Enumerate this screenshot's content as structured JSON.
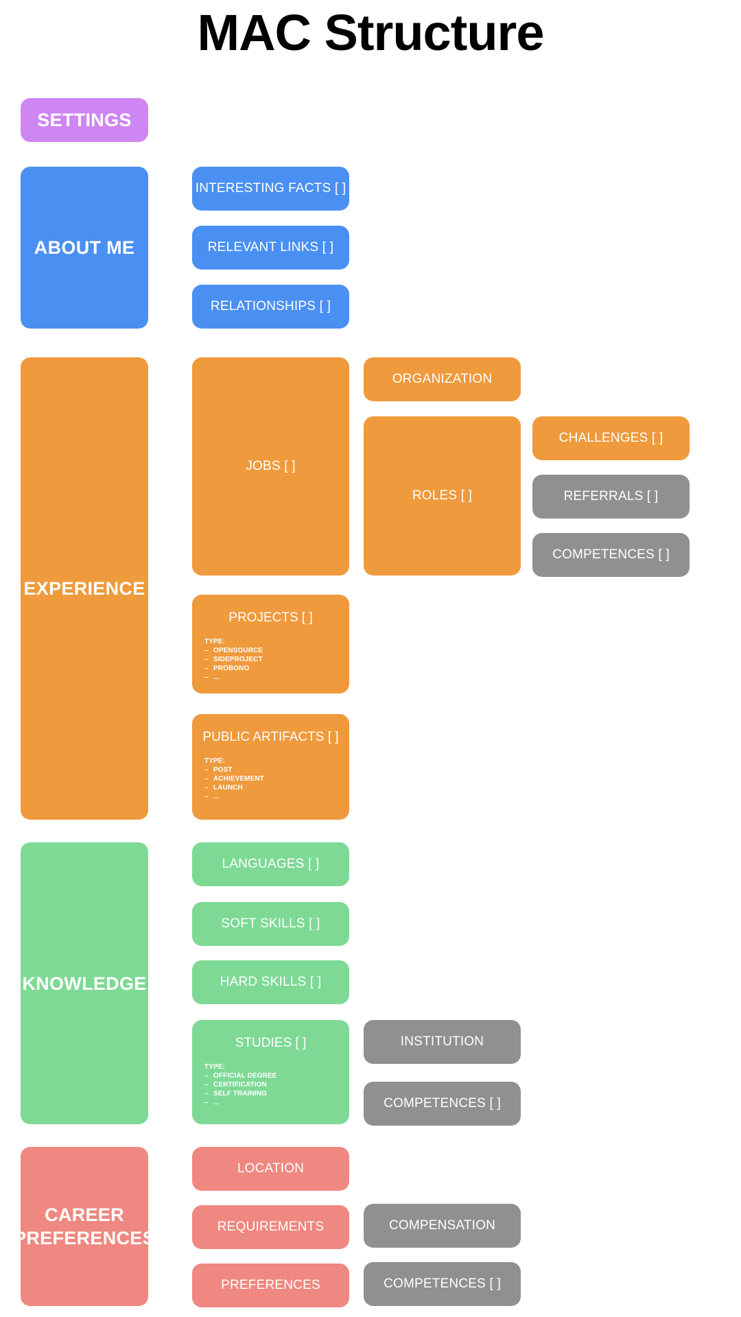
{
  "page": {
    "title": "MAC Structure",
    "background": "#ffffff"
  },
  "colors": {
    "purple": "#ce86f2",
    "blue": "#4a90f2",
    "orange": "#ef9a3c",
    "green": "#7ed995",
    "red": "#ef8880",
    "grey": "#909090",
    "text": "#ffffff",
    "title": "#000000"
  },
  "sections": {
    "settings": {
      "label": "SETTINGS"
    },
    "about_me": {
      "label": "ABOUT ME",
      "children": [
        {
          "label": "INTERESTING FACTS [ ]"
        },
        {
          "label": "RELEVANT LINKS [ ]"
        },
        {
          "label": "RELATIONSHIPS [ ]"
        }
      ]
    },
    "experience": {
      "label": "EXPERIENCE",
      "jobs": {
        "label": "JOBS [ ]"
      },
      "organization": {
        "label": "ORGANIZATION"
      },
      "roles": {
        "label": "ROLES [ ]"
      },
      "challenges": {
        "label": "CHALLENGES [ ]"
      },
      "referrals": {
        "label": "REFERRALS [ ]"
      },
      "competences": {
        "label": "COMPETENCES [ ]"
      },
      "projects": {
        "label": "PROJECTS [ ]",
        "type_title": "TYPE:",
        "types": [
          "OPENSOURCE",
          "SIDEPROJECT",
          "PROBONO",
          "..."
        ]
      },
      "public_artifacts": {
        "label": "PUBLIC ARTIFACTS [ ]",
        "type_title": "TYPE:",
        "types": [
          "POST",
          "ACHIEVEMENT",
          "LAUNCH",
          "..."
        ]
      }
    },
    "knowledge": {
      "label": "KNOWLEDGE",
      "languages": {
        "label": "LANGUAGES [ ]"
      },
      "soft_skills": {
        "label": "SOFT SKILLS [ ]"
      },
      "hard_skills": {
        "label": "HARD SKILLS [ ]"
      },
      "studies": {
        "label": "STUDIES [ ]",
        "type_title": "TYPE:",
        "types": [
          "OFFICIAL DEGREE",
          "CERTIFICATION",
          "SELF TRAINING",
          "..."
        ]
      },
      "institution": {
        "label": "INSTITUTION"
      },
      "competences": {
        "label": "COMPETENCES [ ]"
      }
    },
    "career_preferences": {
      "label": "CAREER\nPREFERENCES",
      "label_line1": "CAREER",
      "label_line2": "PREFERENCES",
      "location": {
        "label": "LOCATION"
      },
      "requirements": {
        "label": "REQUIREMENTS"
      },
      "preferences": {
        "label": "PREFERENCES"
      },
      "compensation": {
        "label": "COMPENSATION"
      },
      "competences": {
        "label": "COMPETENCES [ ]"
      }
    }
  }
}
